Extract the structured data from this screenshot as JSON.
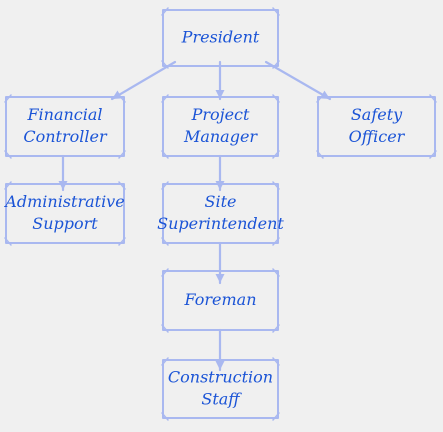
{
  "diagram": {
    "type": "org-chart",
    "style": {
      "background": "#f0f0f0",
      "box_stroke": "#a9b8f0",
      "text_color": "#1b54d6"
    },
    "nodes": [
      {
        "id": "president",
        "lines": [
          "President"
        ]
      },
      {
        "id": "financial-controller",
        "lines": [
          "Financial",
          "Controller"
        ]
      },
      {
        "id": "project-manager",
        "lines": [
          "Project",
          "Manager"
        ]
      },
      {
        "id": "safety-officer",
        "lines": [
          "Safety",
          "Officer"
        ]
      },
      {
        "id": "administrative-support",
        "lines": [
          "Administrative",
          "Support"
        ]
      },
      {
        "id": "site-superintendent",
        "lines": [
          "Site",
          "Superintendent"
        ]
      },
      {
        "id": "foreman",
        "lines": [
          "Foreman"
        ]
      },
      {
        "id": "construction-staff",
        "lines": [
          "Construction",
          "Staff"
        ]
      }
    ],
    "edges": [
      {
        "from": "president",
        "to": "financial-controller"
      },
      {
        "from": "president",
        "to": "project-manager"
      },
      {
        "from": "president",
        "to": "safety-officer"
      },
      {
        "from": "financial-controller",
        "to": "administrative-support"
      },
      {
        "from": "project-manager",
        "to": "site-superintendent"
      },
      {
        "from": "site-superintendent",
        "to": "foreman"
      },
      {
        "from": "foreman",
        "to": "construction-staff"
      }
    ]
  }
}
